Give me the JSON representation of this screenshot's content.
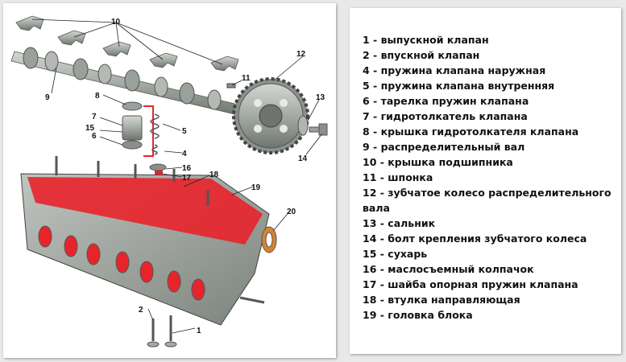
{
  "legend": {
    "items": [
      "1 - выпускной клапан",
      "2 - впускной клапан",
      "4 - пружина клапана наружная",
      "5 - пружина клапана внутренняя",
      "6 - тарелка пружин клапана",
      "7 - гидротолкатель клапана",
      "8 - крышка гидротолкателя клапана",
      "9 - распределительный вал",
      "10 - крышка подшипника",
      "11 - шпонка",
      "12 - зубчатое колесо распределительного вала",
      "13 - сальник",
      "14 - болт крепления зубчатого колеса",
      "15 - сухарь",
      "16 - маслосъемный колпачок",
      "17 - шайба опорная пружин клапана",
      "18 - втулка направляющая",
      "19 - головка блока"
    ]
  },
  "diagram": {
    "callouts": {
      "c1": "1",
      "c2": "2",
      "c4": "4",
      "c5": "5",
      "c6": "6",
      "c7": "7",
      "c8": "8",
      "c9": "9",
      "c10": "10",
      "c11": "11",
      "c12": "12",
      "c13": "13",
      "c14": "14",
      "c15": "15",
      "c16": "16",
      "c17": "17",
      "c18": "18",
      "c19": "19",
      "c20": "20"
    }
  },
  "colors": {
    "metal": "#a4aaa4",
    "metal_dark": "#6e746e",
    "highlight": "#e8242b",
    "background": "#e9e9e9"
  }
}
